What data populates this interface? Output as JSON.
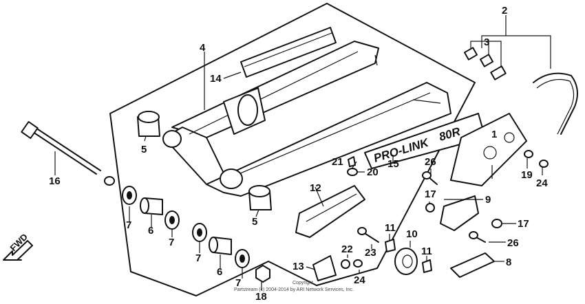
{
  "diagram": {
    "decal_text": "PRO-LINK",
    "decal_model": "80R",
    "fwd_label": "FWD",
    "copyright_line1": "Copyright",
    "copyright_line2": "Partstream (c) 2004-2014 by ARI Network Services, Inc.",
    "callouts": [
      "1",
      "2",
      "3",
      "4",
      "5",
      "5",
      "6",
      "6",
      "7",
      "7",
      "7",
      "7",
      "8",
      "9",
      "10",
      "11",
      "11",
      "12",
      "13",
      "14",
      "15",
      "16",
      "17",
      "17",
      "18",
      "19",
      "20",
      "21",
      "22",
      "23",
      "24",
      "24",
      "26",
      "26"
    ]
  }
}
